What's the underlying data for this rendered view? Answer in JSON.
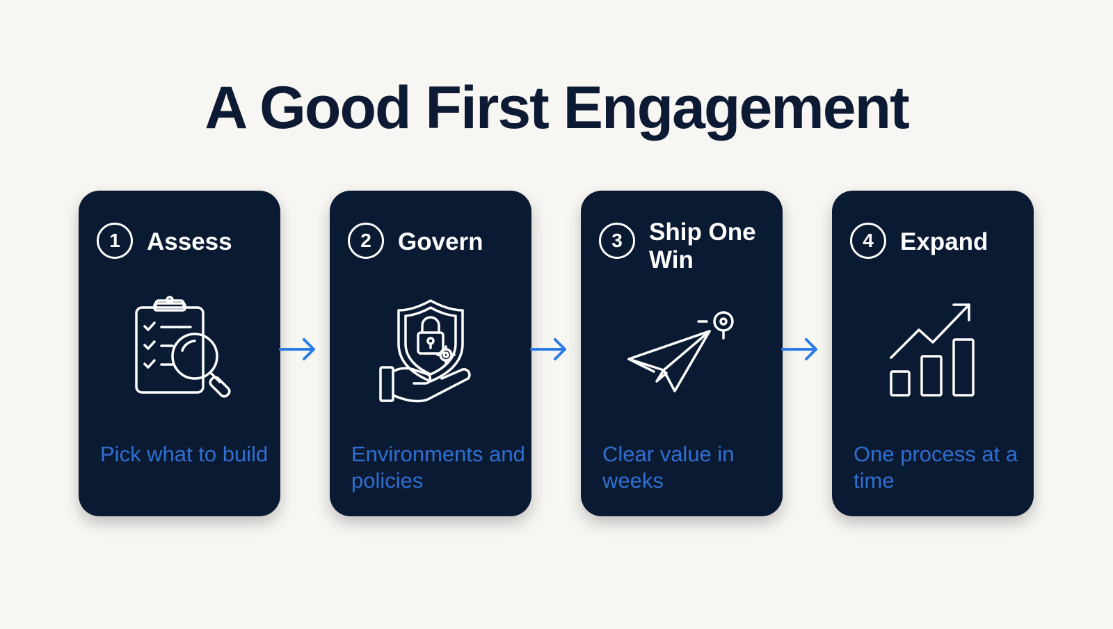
{
  "title": "A Good First Engagement",
  "steps": [
    {
      "number": "1",
      "title": "Assess",
      "description": "Pick what to build",
      "icon": "clipboard-search-icon"
    },
    {
      "number": "2",
      "title": "Govern",
      "description": "Environments and policies",
      "icon": "shield-hand-icon"
    },
    {
      "number": "3",
      "title": "Ship One Win",
      "description": "Clear value in weeks",
      "icon": "paper-plane-target-icon"
    },
    {
      "number": "4",
      "title": "Expand",
      "description": "One process at a time",
      "icon": "growth-chart-icon"
    }
  ],
  "colors": {
    "background": "#f7f6f3",
    "card": "#0b1a33",
    "title": "#0d1a33",
    "accent": "#2f6fd0",
    "arrow": "#2a7be8"
  }
}
